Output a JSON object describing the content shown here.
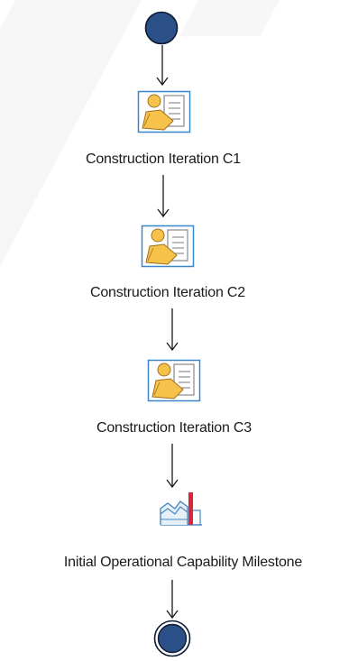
{
  "diagram": {
    "type": "activity-workflow",
    "nodes": [
      {
        "id": "start",
        "kind": "initial",
        "label": ""
      },
      {
        "id": "c1",
        "kind": "iteration",
        "label": "Construction Iteration C1",
        "icon": "iteration-role-document-icon"
      },
      {
        "id": "c2",
        "kind": "iteration",
        "label": "Construction Iteration C2",
        "icon": "iteration-role-document-icon"
      },
      {
        "id": "c3",
        "kind": "iteration",
        "label": "Construction Iteration C3",
        "icon": "iteration-role-document-icon"
      },
      {
        "id": "ioc",
        "kind": "milestone",
        "label": "Initial Operational Capability Milestone",
        "icon": "milestone-chart-icon"
      },
      {
        "id": "end",
        "kind": "final",
        "label": ""
      }
    ],
    "edges": [
      {
        "from": "start",
        "to": "c1"
      },
      {
        "from": "c1",
        "to": "c2"
      },
      {
        "from": "c2",
        "to": "c3"
      },
      {
        "from": "c3",
        "to": "ioc"
      },
      {
        "from": "ioc",
        "to": "end"
      }
    ],
    "colors": {
      "node_fill": "#2b5087",
      "node_stroke": "#0d1b33",
      "icon_orange": "#f7c24a",
      "icon_frame": "#3a86c8",
      "milestone_red": "#d8273a",
      "arrow": "#1a1a1a"
    }
  }
}
